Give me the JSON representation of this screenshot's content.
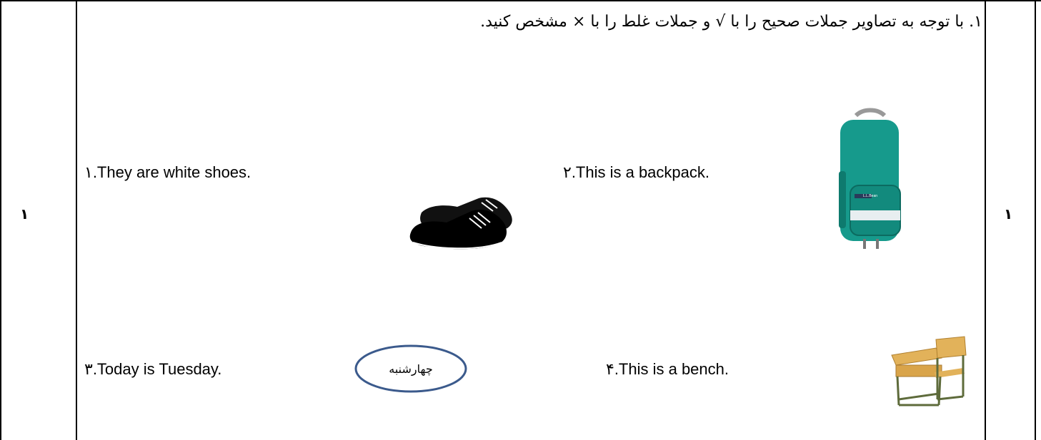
{
  "instruction": "۱. با توجه به تصاویر جملات صحیح را با √ و جملات غلط را  با × مشخص کنید.",
  "score_left": "۱",
  "score_right": "۱",
  "sentences": {
    "s1": "۱.They are white shoes.",
    "s2": "۲.This is a backpack.",
    "s3": "۳.Today is Tuesday.",
    "s4": "۴.This is a bench."
  },
  "oval_label": "چهارشنبه",
  "backpack_brand": "L.L.Bean",
  "colors": {
    "backpack": "#169a8c",
    "oval_border": "#3b5a8c",
    "desk_wood": "#e2b25a",
    "desk_frame": "#5e6b3b"
  }
}
